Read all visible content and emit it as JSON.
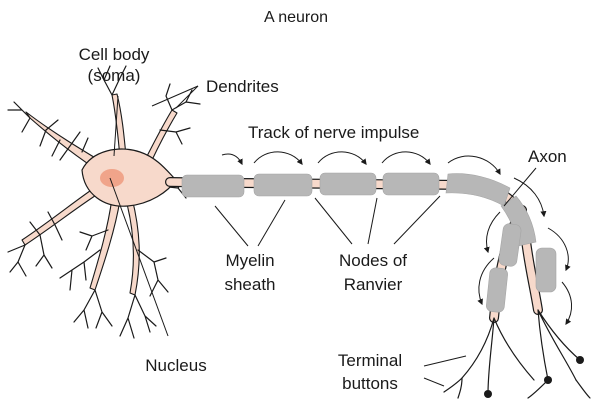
{
  "title": "A neuron",
  "labels": {
    "cell_body_line1": "Cell body",
    "cell_body_line2": "(soma)",
    "dendrites": "Dendrites",
    "track": "Track of nerve impulse",
    "axon": "Axon",
    "myelin_line1": "Myelin",
    "myelin_line2": "sheath",
    "nodes_line1": "Nodes of",
    "nodes_line2": "Ranvier",
    "nucleus": "Nucleus",
    "terminal_line1": "Terminal",
    "terminal_line2": "buttons"
  },
  "colors": {
    "soma_fill": "#f7d9cb",
    "nucleus_fill": "#f0a48a",
    "myelin_fill": "#b7b7b7",
    "ink": "#1a1a1a"
  }
}
